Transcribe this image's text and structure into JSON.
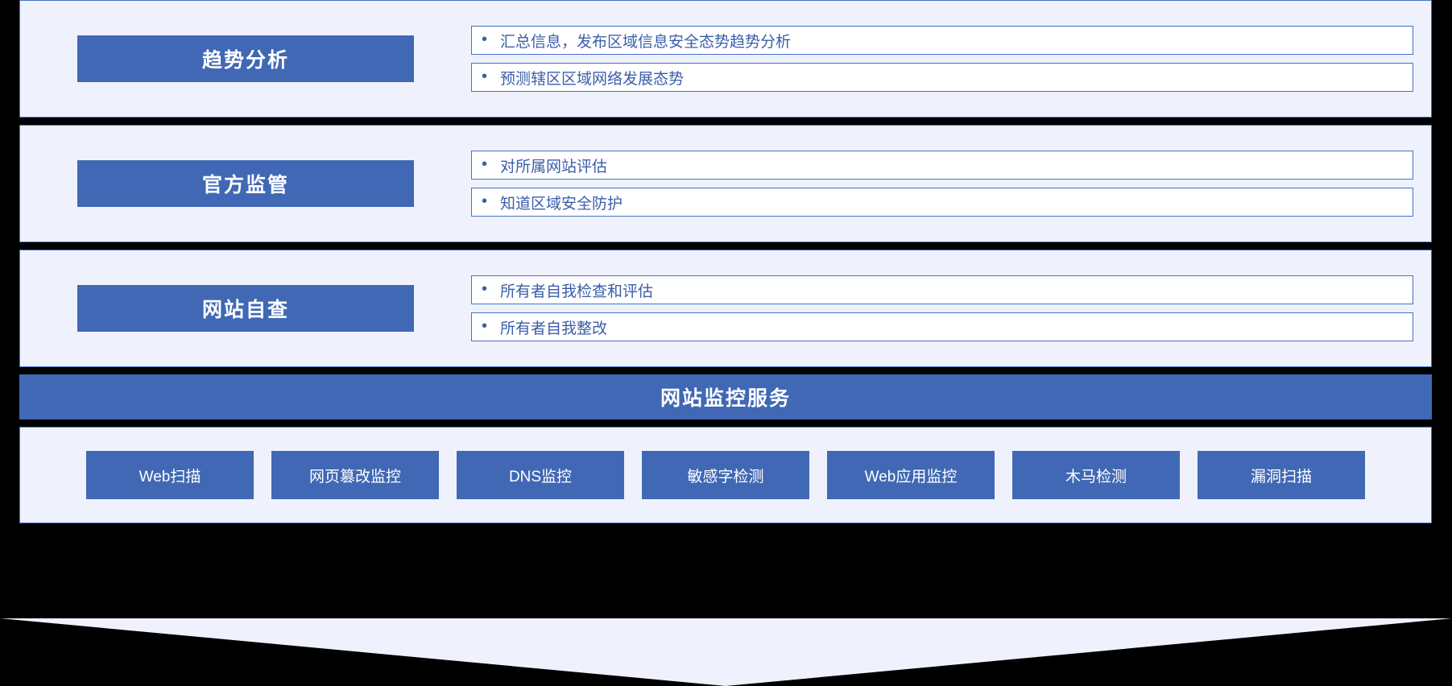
{
  "theme": {
    "background": "#000000",
    "band_fill": "#eff2fc",
    "band_border": "#4472c4",
    "accent_blue": "#4068b4",
    "text_blue": "#3b5ea8",
    "chip_text": "#ffffff"
  },
  "layers": [
    {
      "category": "趋势分析",
      "bullets": [
        "汇总信息，发布区域信息安全态势趋势分析",
        "预测辖区区域网络发展态势"
      ]
    },
    {
      "category": "官方监管",
      "bullets": [
        "对所属网站评估",
        "知道区域安全防护"
      ]
    },
    {
      "category": "网站自查",
      "bullets": [
        "所有者自我检查和评估",
        "所有者自我整改"
      ]
    }
  ],
  "banner": {
    "title": "网站监控服务"
  },
  "services": {
    "items": [
      "Web扫描",
      "网页篡改监控",
      "DNS监控",
      "敏感字检测",
      "Web应用监控",
      "木马检测",
      "漏洞扫描"
    ]
  },
  "bullet_marker": "•"
}
